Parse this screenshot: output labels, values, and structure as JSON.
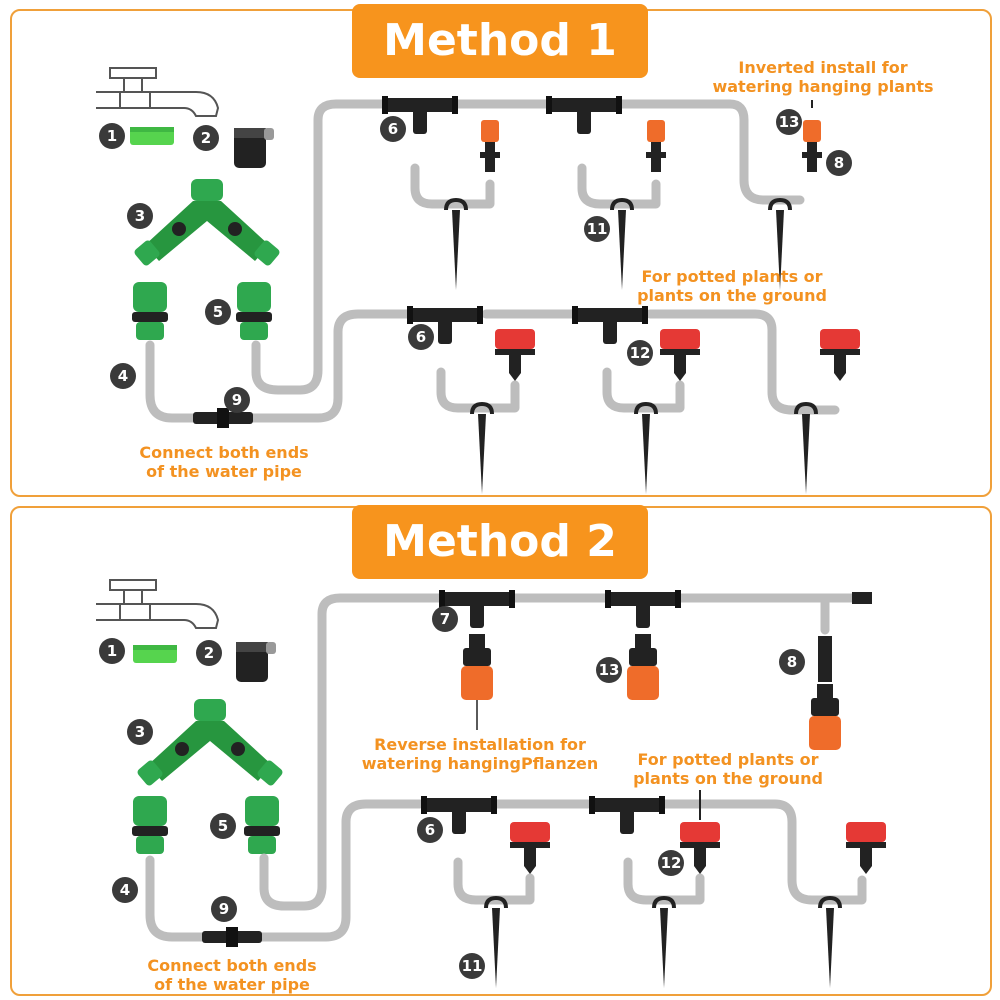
{
  "method1": {
    "title": "Method 1",
    "note_inverted": [
      "Inverted install for",
      "watering hanging plants"
    ],
    "note_potted": [
      "For potted plants or",
      "plants on the ground"
    ],
    "note_connect": [
      "Connect both ends",
      "of the water pipe"
    ],
    "numbers": {
      "n1": "1",
      "n2": "2",
      "n3": "3",
      "n4": "4",
      "n5": "5",
      "n6a": "6",
      "n6b": "6",
      "n8": "8",
      "n9": "9",
      "n11": "11",
      "n12": "12",
      "n13": "13"
    }
  },
  "method2": {
    "title": "Method 2",
    "note_reverse": [
      "Reverse installation for",
      "watering hangingPflanzen"
    ],
    "note_potted": [
      "For potted plants or",
      "plants on the ground"
    ],
    "note_connect": [
      "Connect both ends",
      "of the water pipe"
    ],
    "numbers": {
      "n1": "1",
      "n2": "2",
      "n3": "3",
      "n4": "4",
      "n5": "5",
      "n6": "6",
      "n7": "7",
      "n8": "8",
      "n9": "9",
      "n11": "11",
      "n12": "12",
      "n13": "13"
    }
  },
  "colors": {
    "accent": "#f7941d",
    "pipe": "#bdbdbd",
    "green": "#2fa84f",
    "red": "#e53935",
    "orange": "#ef6c2a",
    "black": "#1c1c1c"
  }
}
